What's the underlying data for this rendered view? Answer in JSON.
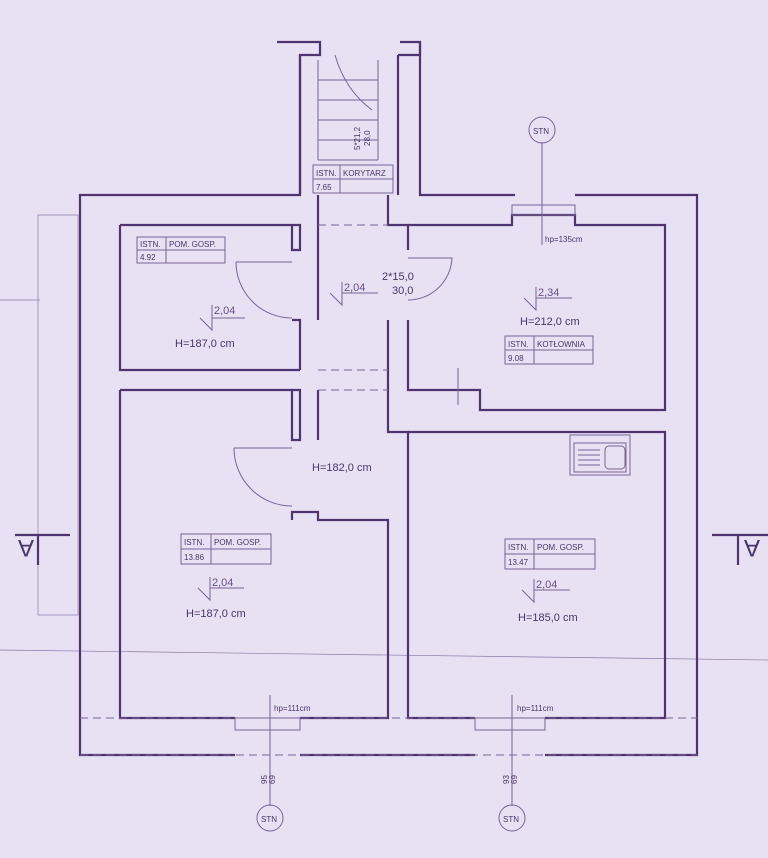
{
  "rooms": [
    {
      "code": "ISTN.",
      "name": "KORYTARZ",
      "area": "7.65"
    },
    {
      "code": "ISTN.",
      "name": "POM. GOSP.",
      "area": "4.92",
      "level": "2,04",
      "height": "H=187,0 cm"
    },
    {
      "code": "ISTN.",
      "name": "KOTŁOWNIA",
      "area": "9.08",
      "level": "2,34",
      "height": "H=212,0 cm"
    },
    {
      "code": "ISTN.",
      "name": "POM. GOSP.",
      "area": "13.86",
      "level": "2,04",
      "height": "H=187,0 cm"
    },
    {
      "code": "ISTN.",
      "name": "POM. GOSP.",
      "area": "13.47",
      "level": "2,04",
      "height": "H=185,0 cm"
    }
  ],
  "corridor": {
    "level": "2,04",
    "height": "H=182,0 cm"
  },
  "stairs": {
    "line1": "5*21,2",
    "line2": "28,0"
  },
  "step": {
    "line1": "2*15,0",
    "line2": "30,0"
  },
  "windows": [
    {
      "tag": "STN",
      "sill": "hp=135cm"
    },
    {
      "tag": "STN",
      "sill": "hp=111cm",
      "size_a": "95",
      "size_b": "69"
    },
    {
      "tag": "STN",
      "sill": "hp=111cm",
      "size_a": "93",
      "size_b": "69"
    }
  ],
  "section": {
    "label": "A"
  },
  "colors": {
    "paper": "#e7e1f3",
    "ink": "#4f3470"
  }
}
